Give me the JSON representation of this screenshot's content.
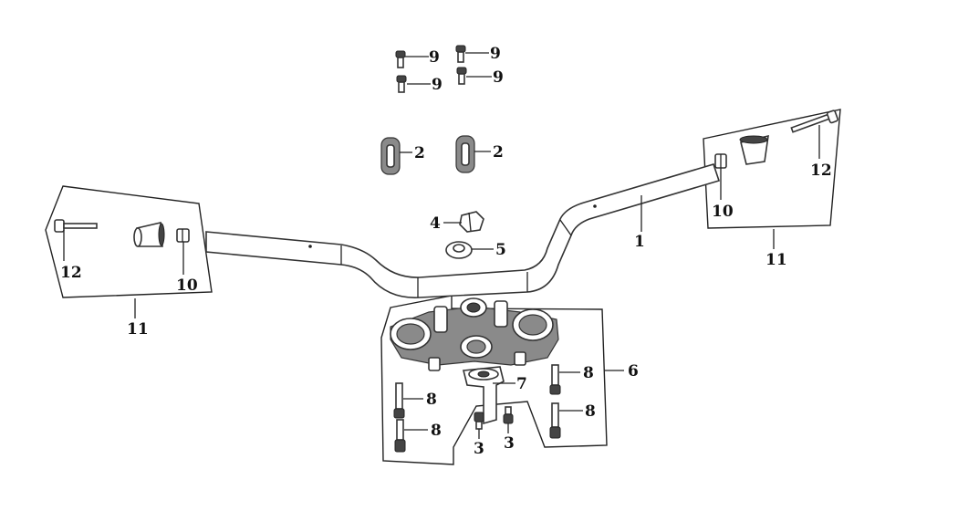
{
  "diagram": {
    "callouts": {
      "handlebar": "1",
      "clamp_left": "2",
      "clamp_right": "2",
      "stud_left": "3",
      "stud_right": "3",
      "cap_nut": "4",
      "washer_nut": "5",
      "triple_clamp": "6",
      "stem_bolt": "7",
      "bolt_tr1": "8",
      "bolt_tr2": "8",
      "bolt_bl1": "8",
      "bolt_bl2": "8",
      "screw_tl1": "9",
      "screw_tl2": "9",
      "screw_tr1": "9",
      "screw_tr2": "9",
      "end_nut_left": "10",
      "end_nut_right": "10",
      "bar_end_left": "11",
      "bar_end_right": "11",
      "end_bolt_left": "12",
      "end_bolt_right": "12"
    }
  }
}
